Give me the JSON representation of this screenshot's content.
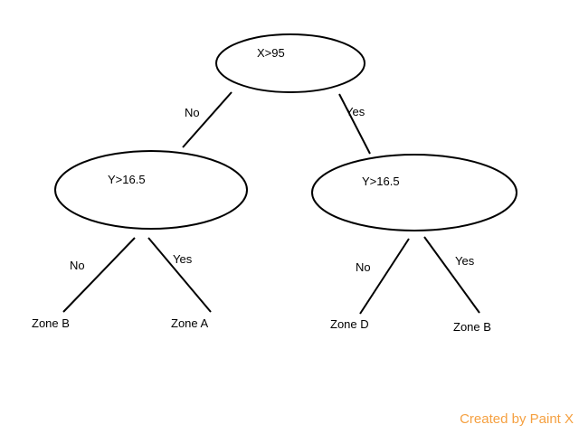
{
  "diagram": {
    "root": {
      "condition": "X>95",
      "no_label": "No",
      "yes_label": "Yes"
    },
    "left_node": {
      "condition": "Y>16.5",
      "no_label": "No",
      "yes_label": "Yes",
      "no_leaf": "Zone B",
      "yes_leaf": "Zone A"
    },
    "right_node": {
      "condition": "Y>16.5",
      "no_label": "No",
      "yes_label": "Yes",
      "no_leaf": "Zone D",
      "yes_leaf": "Zone B"
    },
    "line_color": "#000000"
  },
  "watermark": {
    "text": "Created by Paint X",
    "color": "#f5a040"
  }
}
